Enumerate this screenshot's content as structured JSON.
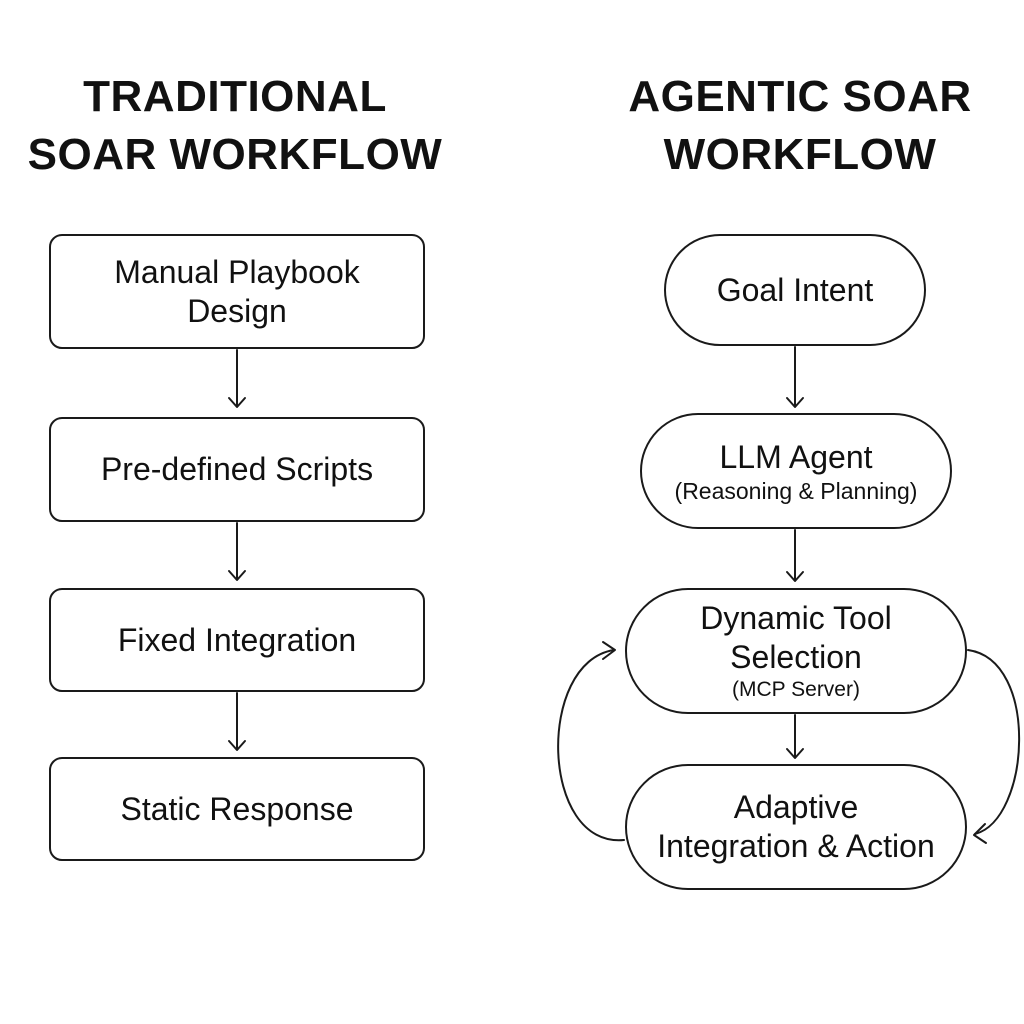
{
  "left": {
    "title": [
      "TRADITIONAL",
      "SOAR WORKFLOW"
    ],
    "steps": [
      {
        "lines": [
          "Manual Playbook",
          "Design"
        ]
      },
      {
        "lines": [
          "Pre-defined Scripts"
        ]
      },
      {
        "lines": [
          "Fixed Integration"
        ]
      },
      {
        "lines": [
          "Static Response"
        ]
      }
    ]
  },
  "right": {
    "title": [
      "AGENTIC SOAR",
      "WORKFLOW"
    ],
    "steps": [
      {
        "lines": [
          "Goal Intent"
        ],
        "sub": ""
      },
      {
        "lines": [
          "LLM Agent"
        ],
        "sub": "(Reasoning & Planning)"
      },
      {
        "lines": [
          "Dynamic Tool",
          "Selection"
        ],
        "sub": "(MCP Server)"
      },
      {
        "lines": [
          "Adaptive",
          "Integration & Action"
        ],
        "sub": ""
      }
    ]
  }
}
